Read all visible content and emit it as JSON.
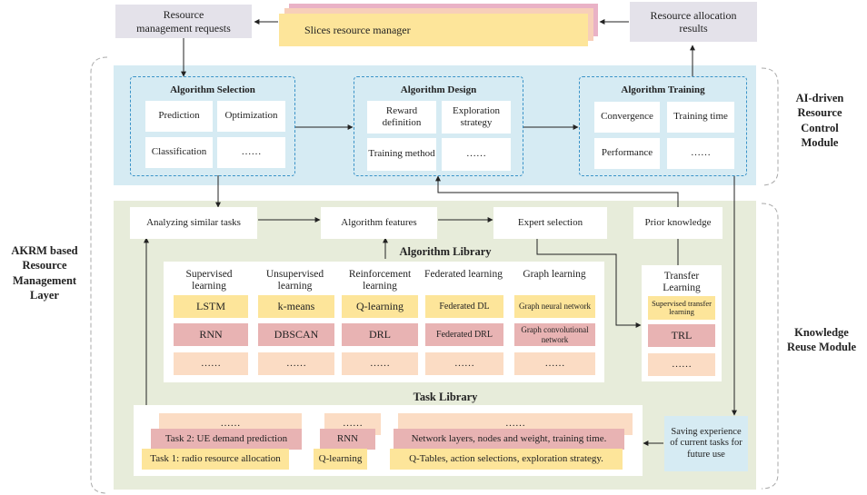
{
  "top": {
    "requests": "Resource management requests",
    "manager": "Slices resource manager",
    "results": "Resource allocation results"
  },
  "control": {
    "side_label": "AI-driven Resource Control Module",
    "selection": {
      "title": "Algorithm Selection",
      "items": [
        "Prediction",
        "Optimization",
        "Classification",
        "……"
      ]
    },
    "design": {
      "title": "Algorithm Design",
      "items": [
        "Reward definition",
        "Exploration strategy",
        "Training method",
        "……"
      ]
    },
    "training": {
      "title": "Algorithm Training",
      "items": [
        "Convergence",
        "Training time",
        "Performance",
        "……"
      ]
    }
  },
  "akrm_label": "AKRM based Resource Management Layer",
  "reuse": {
    "side_label": "Knowledge Reuse Module",
    "flow": [
      "Analyzing similar tasks",
      "Algorithm features",
      "Expert selection",
      "Prior knowledge"
    ],
    "library_title": "Algorithm Library",
    "columns": [
      {
        "title": "Supervised learning",
        "items": [
          "LSTM",
          "RNN",
          "……"
        ]
      },
      {
        "title": "Unsupervised learning",
        "items": [
          "k-means",
          "DBSCAN",
          "……"
        ]
      },
      {
        "title": "Reinforcement learning",
        "items": [
          "Q-learning",
          "DRL",
          "……"
        ]
      },
      {
        "title": "Federated learning",
        "items": [
          "Federated DL",
          "Federated DRL",
          "……"
        ]
      },
      {
        "title": "Graph learning",
        "items": [
          "Graph neural network",
          "Graph convolutional network",
          "……"
        ]
      }
    ],
    "transfer": {
      "title": "Transfer Learning",
      "items": [
        "Supervised transfer learning",
        "TRL",
        "……"
      ]
    },
    "task_library_title": "Task Library",
    "tasks": {
      "row3": [
        "……",
        "……",
        "……"
      ],
      "row2": [
        "Task 2: UE demand prediction",
        "RNN",
        "Network layers, nodes and weight, training time."
      ],
      "row1": [
        "Task 1: radio resource allocation",
        "Q-learning",
        "Q-Tables, action selections, exploration strategy."
      ]
    },
    "saving": "Saving experience of current tasks for future use"
  }
}
